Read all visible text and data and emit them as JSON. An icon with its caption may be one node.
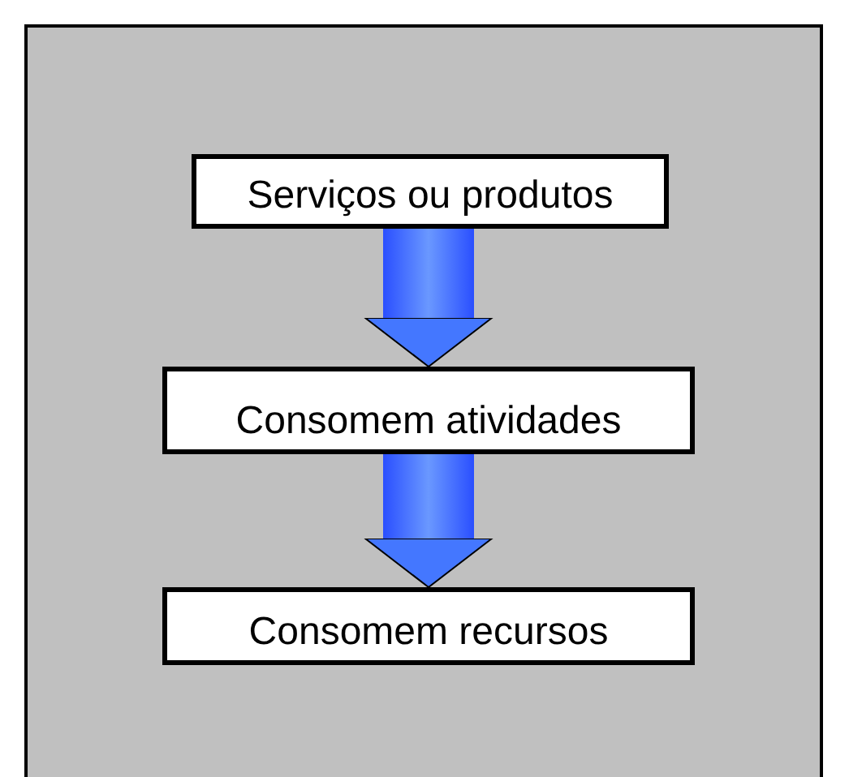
{
  "diagram": {
    "nodes": [
      {
        "text": [
          "Serviços ou produtos"
        ]
      },
      {
        "text": [
          "Consomem atividades"
        ]
      },
      {
        "text": [
          "Consomem recursos"
        ]
      }
    ],
    "edges": [
      {
        "from": 0,
        "to": 1,
        "arrow": "to",
        "style": "thick"
      },
      {
        "from": 1,
        "to": 2,
        "arrow": "to",
        "style": "thick"
      }
    ]
  }
}
